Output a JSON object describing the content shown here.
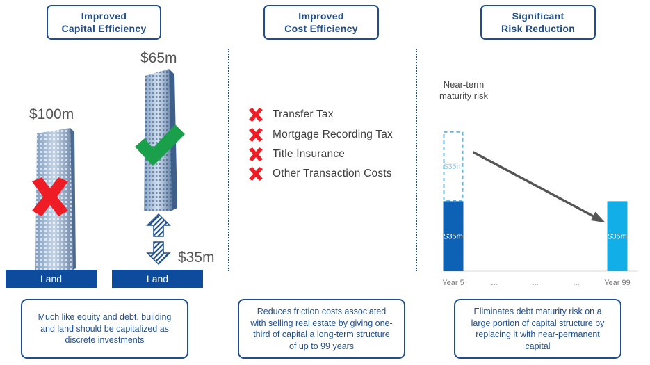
{
  "headers": [
    {
      "line1": "Improved",
      "line2": "Capital Efficiency"
    },
    {
      "line1": "Improved",
      "line2": "Cost Efficiency"
    },
    {
      "line1": "Significant",
      "line2": "Risk Reduction"
    }
  ],
  "capital": {
    "price_left": "$100m",
    "price_right": "$65m",
    "price_ground": "$35m",
    "land_label": "Land"
  },
  "costs": {
    "items": [
      "Transfer Tax",
      "Mortgage Recording Tax",
      "Title Insurance",
      "Other Transaction Costs"
    ]
  },
  "risk": {
    "note_line1": "Near-term",
    "note_line2": "maturity risk"
  },
  "footers": [
    "Much like equity and debt, building and land should be capitalized as discrete investments",
    "Reduces friction costs associated with selling real estate by giving one-third of capital a long-term structure of up to 99 years",
    "Eliminates debt maturity risk on a large portion of capital structure by replacing it with near-permanent capital"
  ],
  "colors": {
    "navy": "#1f4e8c",
    "dark_bar": "#0d62b5",
    "light_bar": "#12aee8",
    "dashed": "#5bb8e3",
    "red": "#ee1c25",
    "green": "#1aa04a"
  },
  "chart_data": {
    "type": "bar",
    "categories": [
      "Year 5",
      "...",
      "...",
      "...",
      "Year 99"
    ],
    "series": [
      {
        "values": [
          35,
          null,
          null,
          null,
          35
        ]
      },
      {
        "values": [
          35,
          null,
          null,
          null,
          null
        ]
      }
    ],
    "data_labels": [
      "$35m",
      "$35m",
      "$35m"
    ],
    "ylim": [
      0,
      80
    ],
    "grid": false
  }
}
